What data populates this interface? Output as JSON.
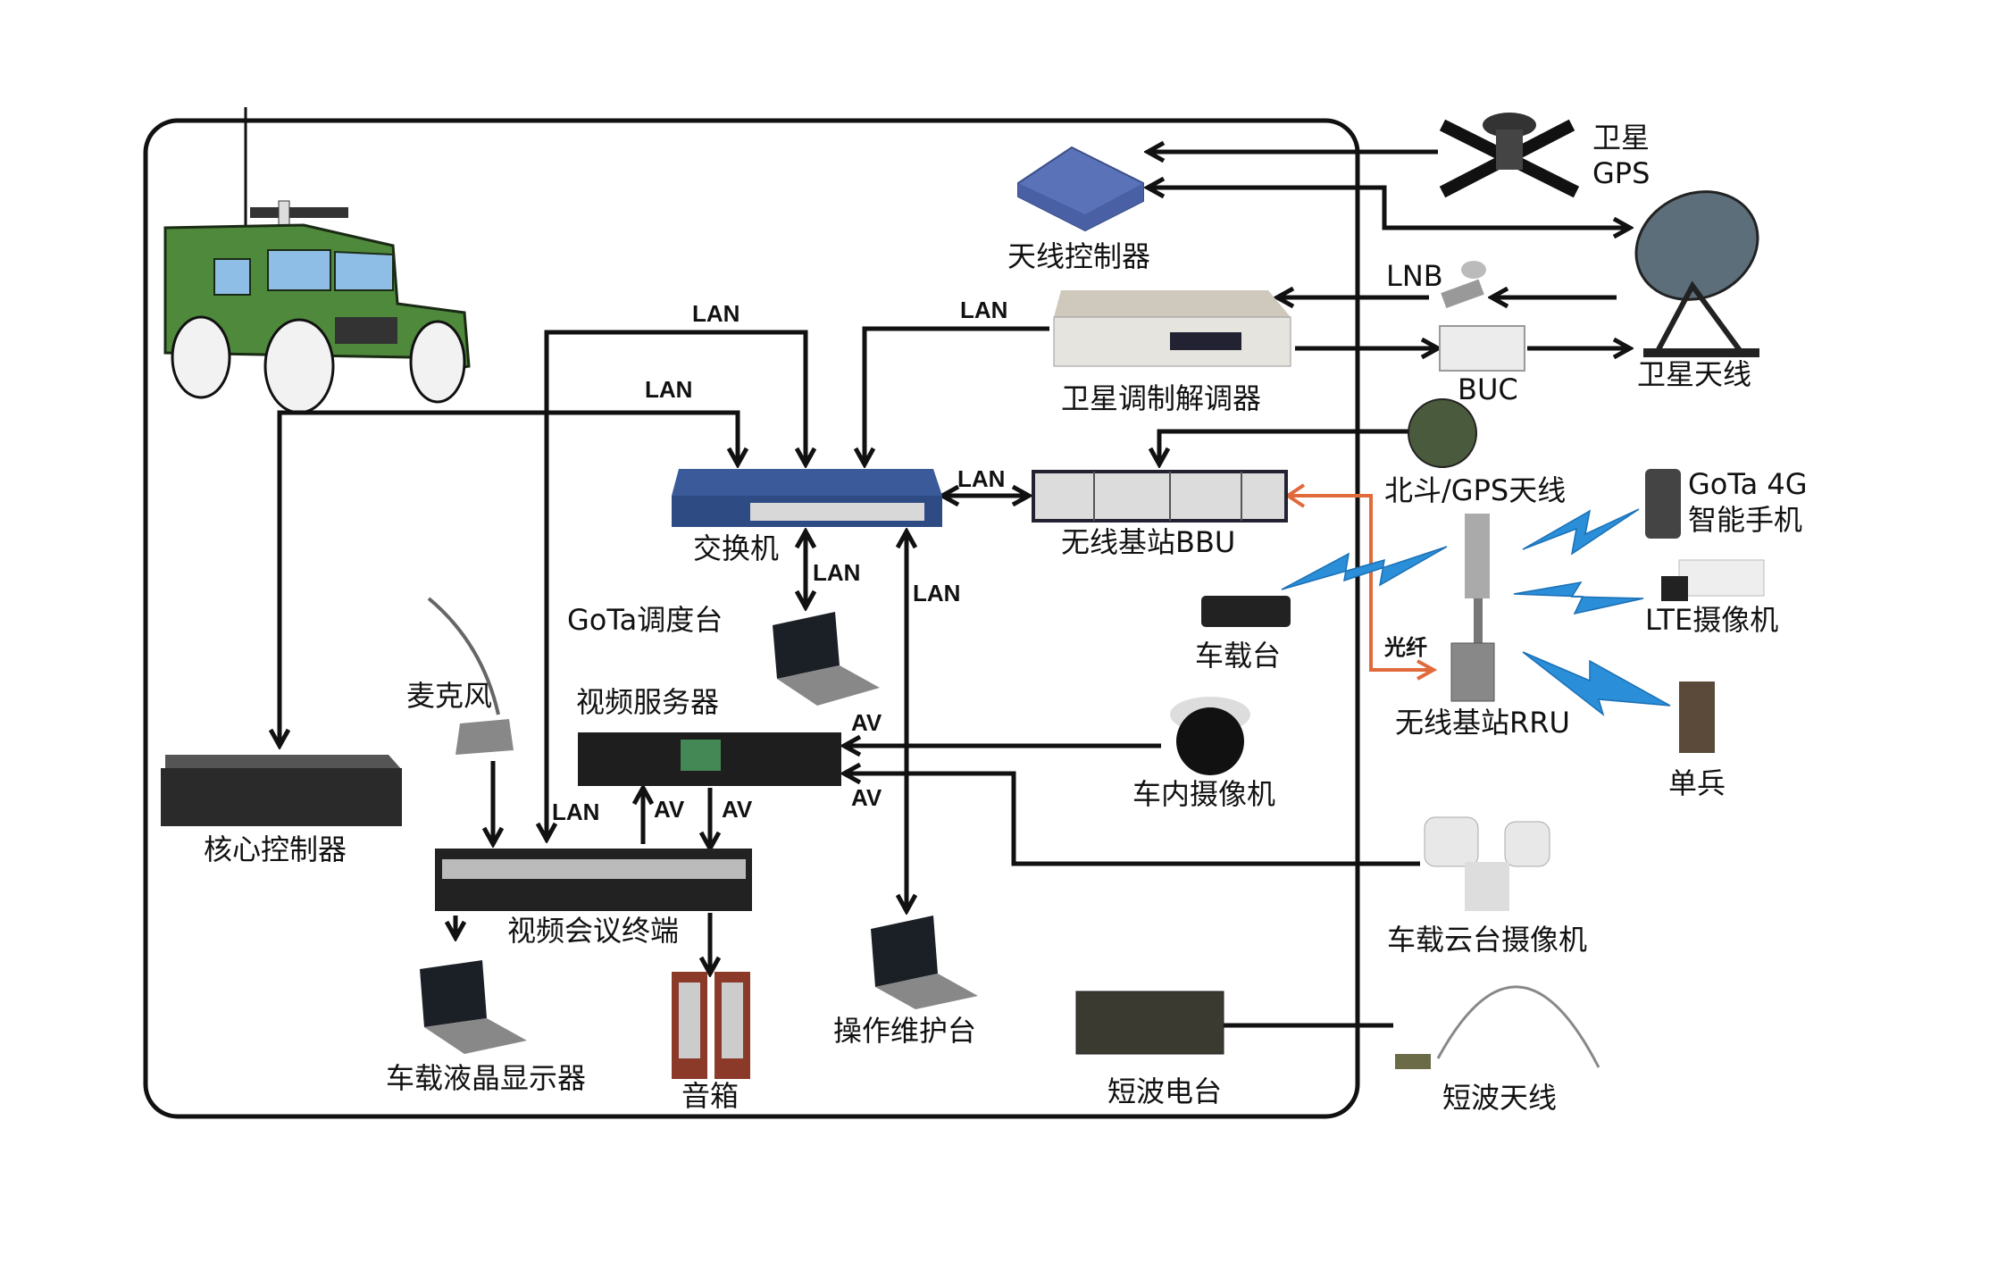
{
  "diagram": {
    "type": "vehicle communication system architecture",
    "vehicle_box_label": "",
    "devices": {
      "antenna_controller": "天线控制器",
      "satellite_gps": [
        "卫星",
        "GPS"
      ],
      "satellite_antenna": "卫星天线",
      "lnb": "LNB",
      "buc": "BUC",
      "satellite_modem": "卫星调制解调器",
      "beidou_gps_antenna": "北斗/GPS天线",
      "switch": "交换机",
      "bbu": "无线基站BBU",
      "rru": "无线基站RRU",
      "gota_phone": [
        "GoTa 4G",
        "智能手机"
      ],
      "lte_camera": "LTE摄像机",
      "soldier": "单兵",
      "vehicle_radio": "车载台",
      "gota_console": "GoTa调度台",
      "microphone": "麦克风",
      "video_server": "视频服务器",
      "core_controller": "核心控制器",
      "video_conf_terminal": "视频会议终端",
      "in_vehicle_camera": "车内摄像机",
      "ptz_camera": "车载云台摄像机",
      "lcd_display": "车载液晶显示器",
      "speakers": "音箱",
      "ops_console": "操作维护台",
      "hf_radio": "短波电台",
      "hf_antenna": "短波天线"
    },
    "link_labels": {
      "lan": "LAN",
      "av": "AV",
      "fiber": "光纤"
    },
    "colors": {
      "wire": "#111111",
      "fiber": "#e06a3a",
      "wireless": "#2a8fd8",
      "vehicle_green": "#4f8a3c",
      "switch_blue": "#3a5a9a",
      "controller_blue": "#5a72b8"
    }
  }
}
